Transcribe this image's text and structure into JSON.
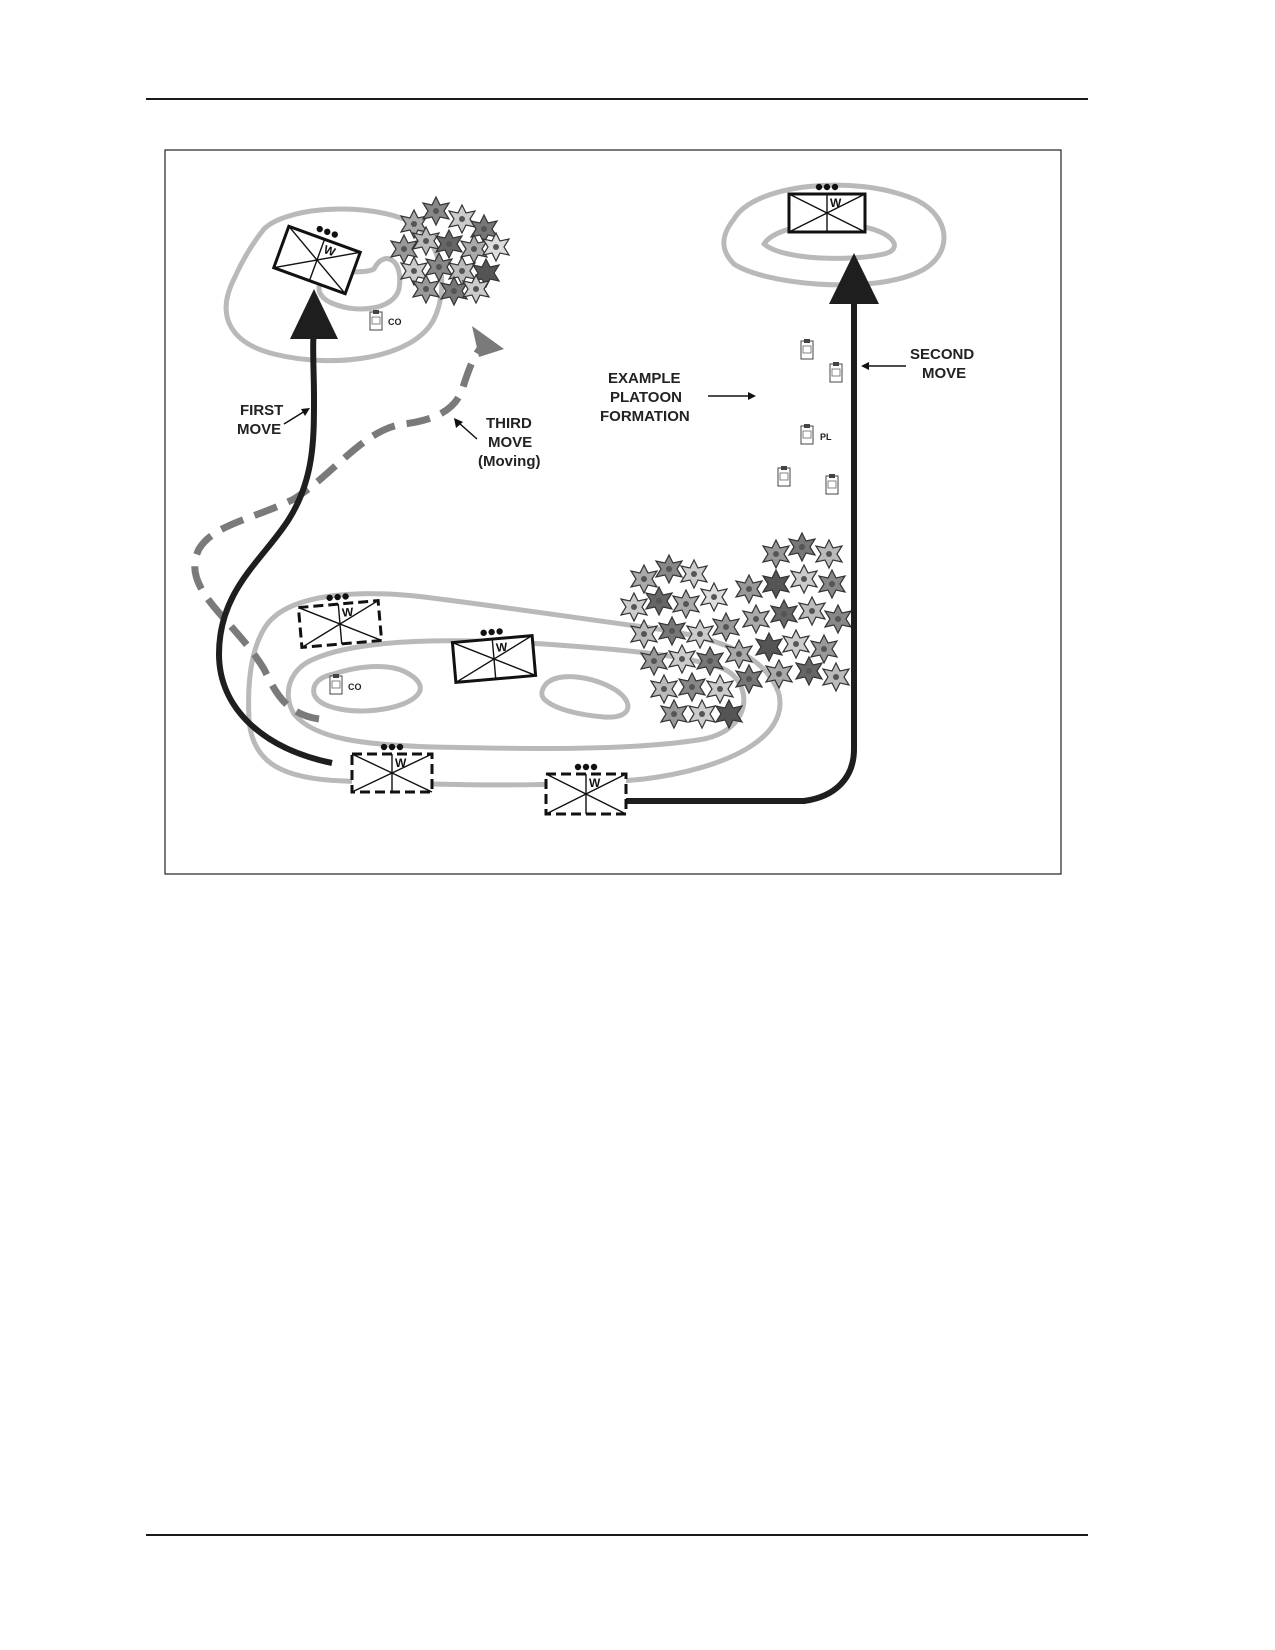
{
  "figure": {
    "labels": {
      "first_move": [
        "FIRST",
        "MOVE"
      ],
      "second_move": [
        "SECOND",
        "MOVE"
      ],
      "third_move": [
        "THIRD",
        "MOVE",
        "(Moving)"
      ],
      "example_platoon": [
        "EXAMPLE",
        "PLATOON",
        "FORMATION"
      ]
    },
    "unit_letter": "W",
    "co_label": "CO",
    "pl_label": "PL",
    "colors": {
      "solid_route": "#1e1e1e",
      "third_route": "#7a7a7a",
      "contour": "#b9b9b9",
      "frame": "#333333"
    }
  }
}
